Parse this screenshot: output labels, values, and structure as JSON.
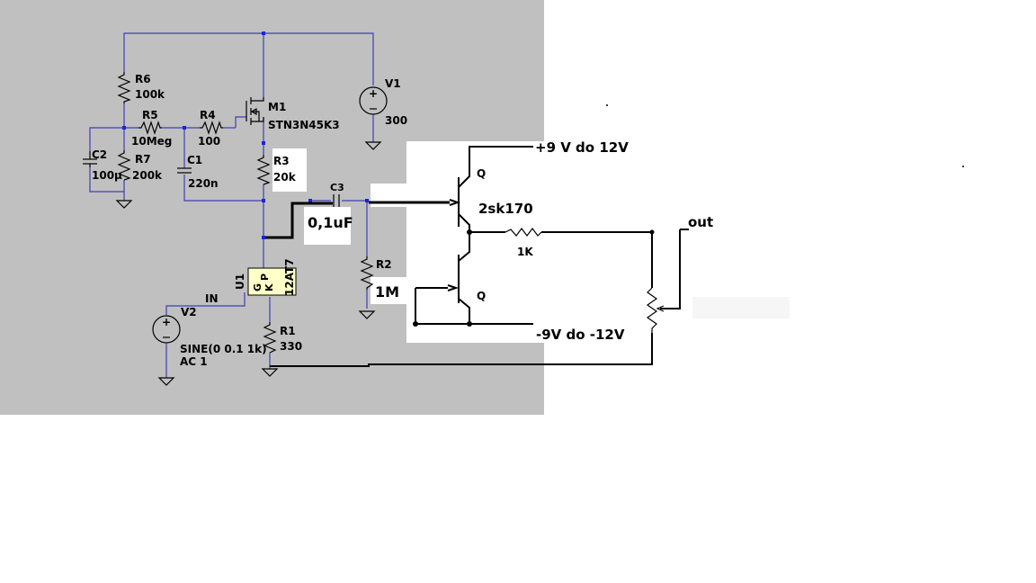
{
  "colors": {
    "panel_bg": "#c0c0c0",
    "wire": "#3d3fb6",
    "junction": "#1a25d8",
    "tube_fill": "#ffffc8",
    "drawing_bg": "#ffffff"
  },
  "ltspice": {
    "r6": {
      "name": "R6",
      "value": "100k"
    },
    "r5": {
      "name": "R5",
      "value": "10Meg"
    },
    "r4": {
      "name": "R4",
      "value": "100"
    },
    "m1": {
      "name": "M1",
      "value": "STN3N45K3"
    },
    "v1": {
      "name": "V1",
      "value": "300"
    },
    "c2": {
      "name": "C2",
      "value": "100µ"
    },
    "r7": {
      "name": "R7",
      "value": "200k"
    },
    "c1": {
      "name": "C1",
      "value": "220n"
    },
    "r3": {
      "name": "R3",
      "value": "20k"
    },
    "c3": {
      "name": "C3",
      "value": "0,1uF"
    },
    "r2": {
      "name": "R2",
      "value": "1M"
    },
    "u1": {
      "name": "U1",
      "pins": {
        "g": "G",
        "p": "P",
        "k": "K"
      },
      "value": "12AT7"
    },
    "in_label": "IN",
    "v2": {
      "name": "V2",
      "value": "SINE(0 0.1 1k)",
      "ac": "AC 1"
    },
    "r1": {
      "name": "R1",
      "value": "330"
    }
  },
  "drawing": {
    "supply_pos": "+9 V do 12V",
    "supply_neg": "-9V do -12V",
    "q_top": "Q",
    "q_bottom": "Q",
    "fet_type": "2sk170",
    "resistor": "1K",
    "out_label": "out"
  }
}
